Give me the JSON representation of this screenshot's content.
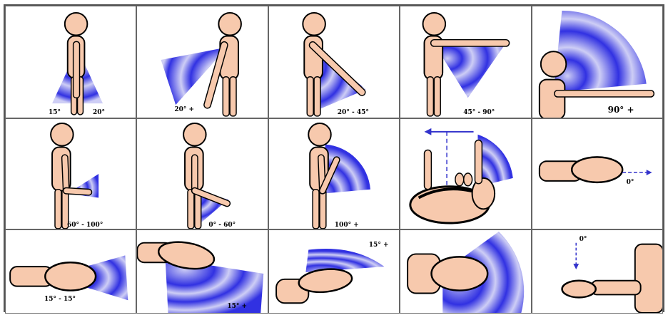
{
  "panels": [
    {
      "labels": [
        "15°",
        "20°"
      ]
    },
    {
      "labels": [
        "20° +"
      ]
    },
    {
      "labels": [
        "20° - 45°"
      ]
    },
    {
      "labels": [
        "45° - 90°"
      ]
    },
    {
      "labels": [
        "90° +"
      ]
    },
    {
      "labels": [
        "60° - 100°"
      ]
    },
    {
      "labels": [
        "0° - 60°"
      ]
    },
    {
      "labels": [
        "100° +"
      ]
    },
    {
      "labels": []
    },
    {
      "labels": [
        "0°"
      ]
    },
    {
      "labels": [
        "15° - 15°"
      ]
    },
    {
      "labels": [
        "15° +"
      ]
    },
    {
      "labels": [
        "15° +"
      ]
    },
    {
      "labels": []
    },
    {
      "labels": [
        "0°"
      ]
    }
  ],
  "colors": {
    "zone_dark": "#1a1adf",
    "zone_light": "#c8c8f4",
    "skin": "#f7c9ad",
    "outline": "#000000"
  }
}
